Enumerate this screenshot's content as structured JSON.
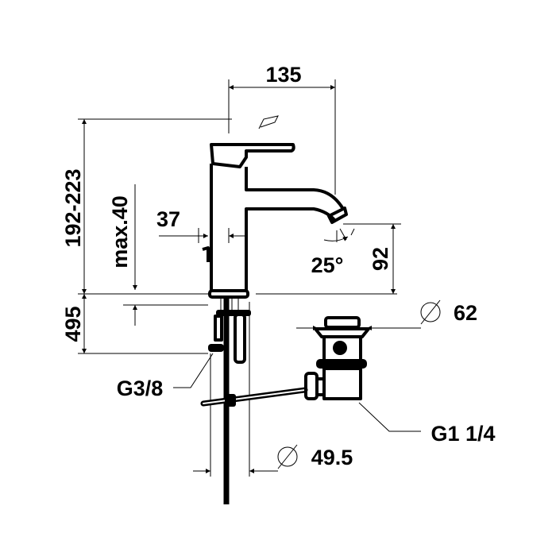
{
  "drawing": {
    "dimensions": {
      "spout_reach": "135",
      "total_height": "192-223",
      "max_thickness": "max.40",
      "body_diameter": "37",
      "spray_angle": "25°",
      "spout_height": "92",
      "shank_length": "495",
      "waste_diameter": "62",
      "connection_thread": "G3/8",
      "waste_thread": "G1 1/4",
      "hole_diameter": "49.5"
    },
    "colors": {
      "line": "#000000",
      "background": "#ffffff"
    }
  }
}
